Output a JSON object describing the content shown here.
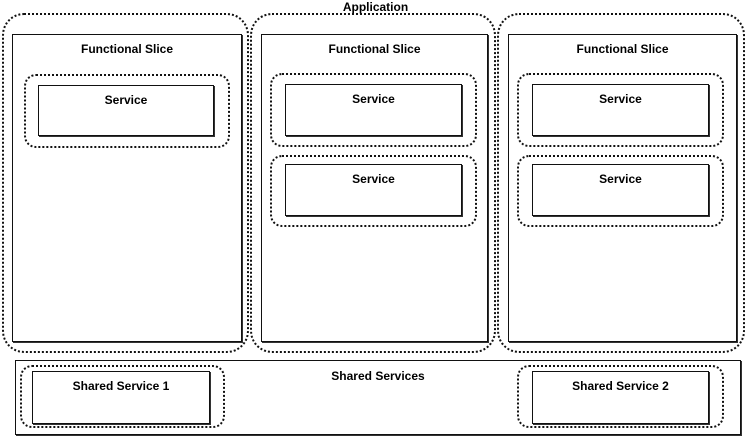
{
  "application": {
    "label": "Application"
  },
  "slices": [
    {
      "title": "Functional Slice",
      "services": [
        "Service"
      ]
    },
    {
      "title": "Functional Slice",
      "services": [
        "Service",
        "Service"
      ]
    },
    {
      "title": "Functional Slice",
      "services": [
        "Service",
        "Service"
      ]
    }
  ],
  "shared": {
    "title": "Shared Services",
    "service_1": "Shared Service 1",
    "service_2": "Shared Service 2"
  }
}
